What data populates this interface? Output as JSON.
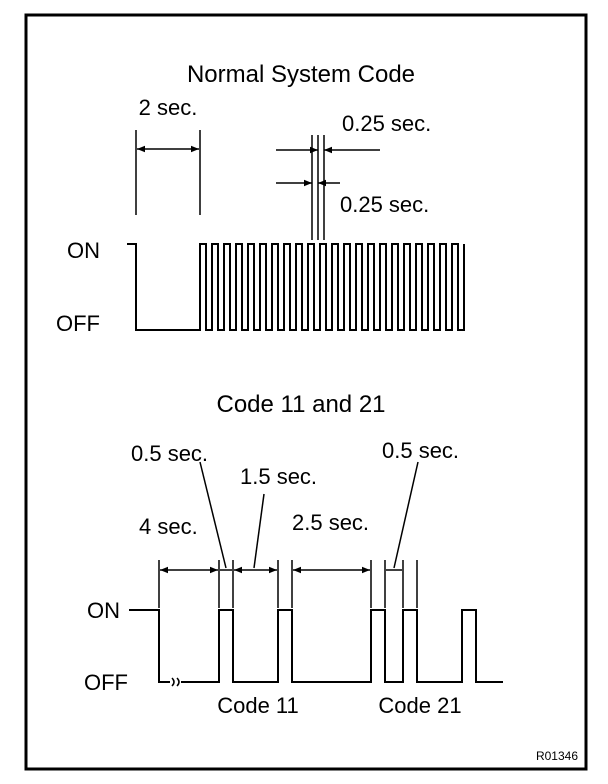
{
  "top": {
    "title": "Normal System Code",
    "on_label": "ON",
    "off_label": "OFF",
    "dim_2s": "2 sec.",
    "dim_025_a": "0.25 sec.",
    "dim_025_b": "0.25 sec."
  },
  "bottom": {
    "title": "Code 11 and 21",
    "on_label": "ON",
    "off_label": "OFF",
    "dim_05_a": "0.5 sec.",
    "dim_15": "1.5 sec.",
    "dim_4": "4 sec.",
    "dim_25": "2.5 sec.",
    "dim_05_b": "0.5 sec.",
    "code11": "Code 11",
    "code21": "Code 21"
  },
  "figure_id": "R01346"
}
